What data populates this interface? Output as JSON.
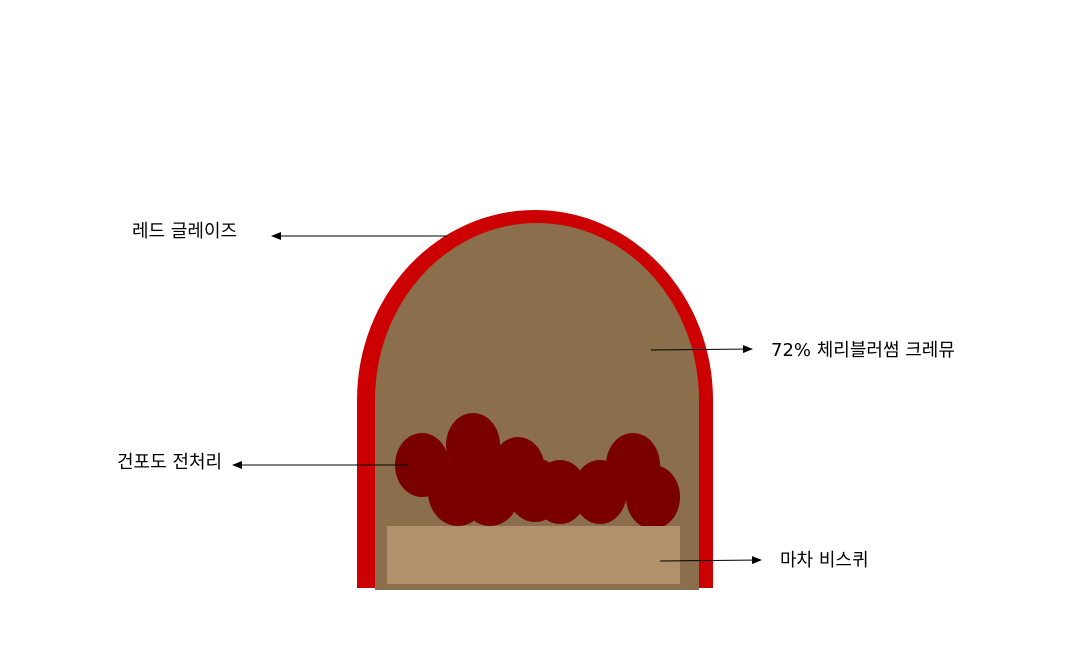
{
  "labels": {
    "glaze": "레드 글레이즈",
    "cremeux": "72% 체리블러썸 크레뮤",
    "grapes": "건포도 전처리",
    "biscuit": "마차 비스퀴"
  },
  "colors": {
    "glaze": "#cc0000",
    "cremeux": "#8b6e4b",
    "grapes": "#7a0000",
    "biscuit": "#b0916c",
    "arrow": "#000000"
  }
}
